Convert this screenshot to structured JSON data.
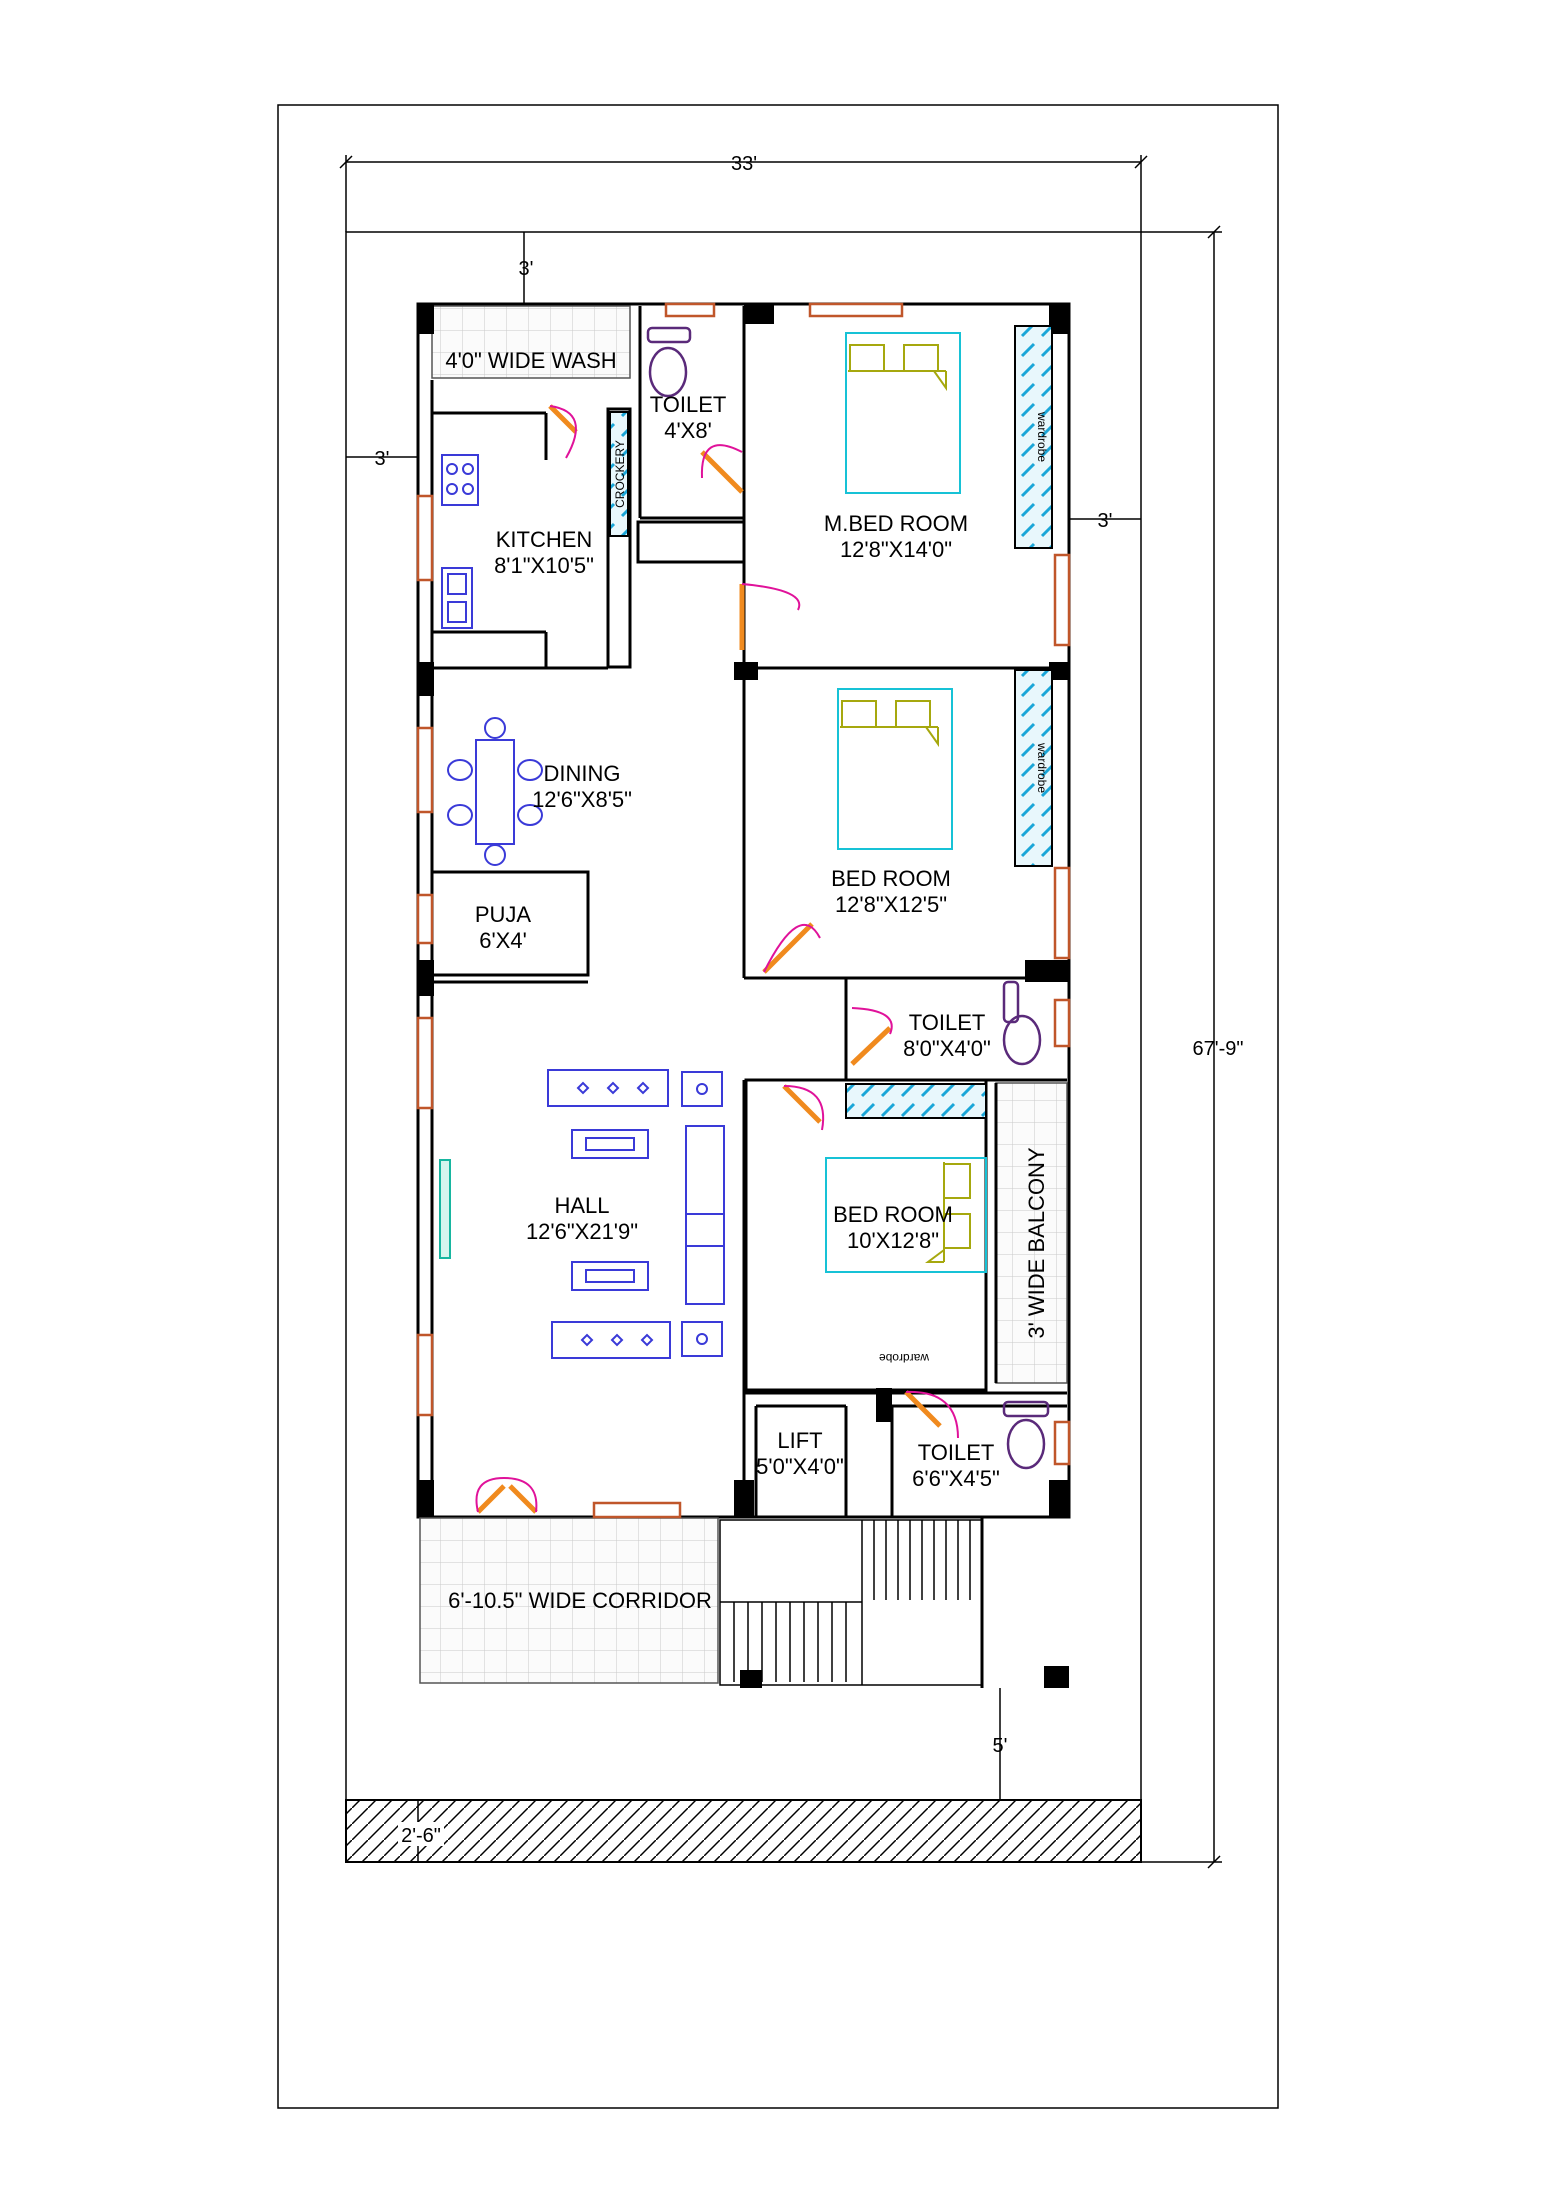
{
  "dimensions": {
    "top_width": "33'",
    "right_height": "67'-9\"",
    "front_setback": "3'",
    "left_setback": "3'",
    "right_setback": "3'",
    "back_setback": "5'",
    "road_width": "2'-6\""
  },
  "rooms": {
    "wash": {
      "label": "4'0\" WIDE WASH"
    },
    "toilet_top": {
      "name": "TOILET",
      "size": "4'X8'"
    },
    "master_bed": {
      "name": "M.BED ROOM",
      "size": "12'8\"X14'0\""
    },
    "kitchen": {
      "name": "KITCHEN",
      "size": "8'1\"X10'5\""
    },
    "dining": {
      "name": "DINING",
      "size": "12'6\"X8'5\""
    },
    "bed_2": {
      "name": "BED ROOM",
      "size": "12'8\"X12'5\""
    },
    "puja": {
      "name": "PUJA",
      "size": "6'X4'"
    },
    "toilet_mid": {
      "name": "TOILET",
      "size": "8'0\"X4'0\""
    },
    "hall": {
      "name": "HALL",
      "size": "12'6\"X21'9\""
    },
    "bed_3": {
      "name": "BED ROOM",
      "size": "10'X12'8\""
    },
    "balcony": {
      "label": "3' WIDE BALCONY"
    },
    "lift": {
      "name": "LIFT",
      "size": "5'0\"X4'0\""
    },
    "toilet_bottom": {
      "name": "TOILET",
      "size": "6'6\"X4'5\""
    },
    "corridor": {
      "label": "6'-10.5\" WIDE CORRIDOR"
    }
  },
  "fixtures": {
    "crockery": "CROCKERY",
    "wardrobe": "wardrobe"
  },
  "colors": {
    "door": "#f08a1e",
    "door_swing": "#e0129a",
    "window": "#c0562a",
    "wardrobe": "#1aa6d8",
    "bed": "#17c2d6",
    "furniture": "#3a3ad8"
  }
}
